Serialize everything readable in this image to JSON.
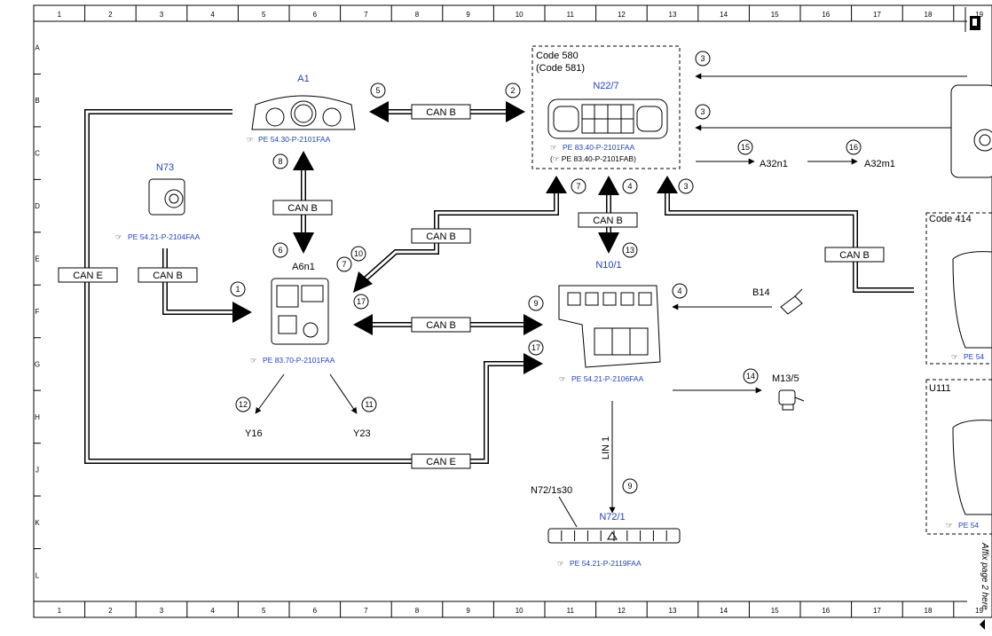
{
  "ruler_columns": [
    "1",
    "2",
    "3",
    "4",
    "5",
    "6",
    "7",
    "8",
    "9",
    "10",
    "11",
    "12",
    "13",
    "14",
    "15",
    "16",
    "17",
    "18",
    "19"
  ],
  "ruler_rows": [
    "A",
    "B",
    "C",
    "D",
    "E",
    "F",
    "G",
    "H",
    "J",
    "K",
    "L"
  ],
  "components": {
    "a1": {
      "name": "A1",
      "ref": "PE 54.30-P-2101FAA"
    },
    "n22_7": {
      "code": "Code 580",
      "code_alt": "(Code 581)",
      "name": "N22/7",
      "ref": "PE 83.40-P-2101FAA",
      "ref_alt": "(☞ PE 83.40-P-2101FAB)"
    },
    "n73": {
      "name": "N73",
      "ref": "PE 54.21-P-2104FAA"
    },
    "a6n1": {
      "name": "A6n1",
      "ref": "PE 83.70-P-2101FAA"
    },
    "n10_1": {
      "name": "N10/1",
      "ref": "PE 54.21-P-2106FAA"
    },
    "n72_1": {
      "name": "N72/1",
      "switch": "N72/1s30",
      "ref": "PE 54.21-P-2119FAA"
    },
    "code414": {
      "code": "Code 414",
      "ref": "PE 54"
    },
    "u111": {
      "code": "U111",
      "ref": "PE 54"
    }
  },
  "labels": {
    "b14": "B14",
    "m13_5": "M13/5",
    "a32n1_1": "A32n1",
    "a32m1": "A32m1",
    "y16": "Y16",
    "y23": "Y23",
    "can_b": "CAN B",
    "can_e": "CAN E",
    "lin1": "LIN 1",
    "affix": "Affix page 2 here"
  },
  "callouts": {
    "c1": "1",
    "c2": "2",
    "c3a": "3",
    "c3b": "3",
    "c3c": "3",
    "c4a": "4",
    "c4b": "4",
    "c5": "5",
    "c6": "6",
    "c7a": "7",
    "c7b": "7",
    "c8": "8",
    "c9a": "9",
    "c9b": "9",
    "c10": "10",
    "c11": "11",
    "c12": "12",
    "c13": "13",
    "c14": "14",
    "c15": "15",
    "c16": "16",
    "c17a": "17",
    "c17b": "17"
  }
}
